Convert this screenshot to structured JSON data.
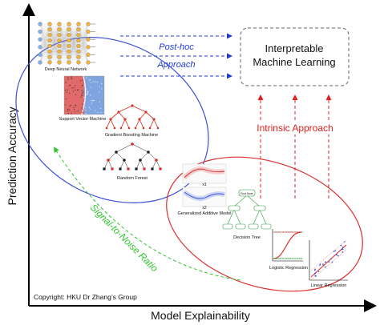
{
  "axes": {
    "y_label": "Prediction Accuracy",
    "x_label": "Model Explainability"
  },
  "target_box": {
    "line1": "Interpretable",
    "line2": "Machine Learning"
  },
  "posthoc": {
    "line1": "Post-hoc",
    "line2": "Approach"
  },
  "intrinsic_label": "Intrinsic Approach",
  "snr_label": "Signal-to-Noise Ratio",
  "copyright": "Copyright: HKU Dr Zhang’s Group",
  "blackbox_models": {
    "dnn": "Deep Neural Network",
    "svm": "Support Vector Machine",
    "gbm": "Gradient Boosting Machine",
    "rf": "Random Forest"
  },
  "whitebox_models": {
    "gam": "Generalized Additive Model",
    "gam_x1": "x1",
    "gam_x2": "x2",
    "dt": "Decision Tree",
    "dt_root": "Root Node",
    "logit": "Logistic Regression",
    "linreg": "Linear Regression"
  },
  "colors": {
    "blue_ellipse": "#3b4fd8",
    "red_ellipse": "#d9302e",
    "posthoc_arrow": "#1f3bd6",
    "intrinsic_arrow": "#e02020",
    "snr": "#2fc52f",
    "dnn_node": "#f2b43a",
    "dnn_input": "#7fb0e6",
    "svm_red": "#e06a6a",
    "svm_blue": "#7fa4e0",
    "gbm_tree": "#d03a2a",
    "dt_node": "#2e9a3a"
  }
}
